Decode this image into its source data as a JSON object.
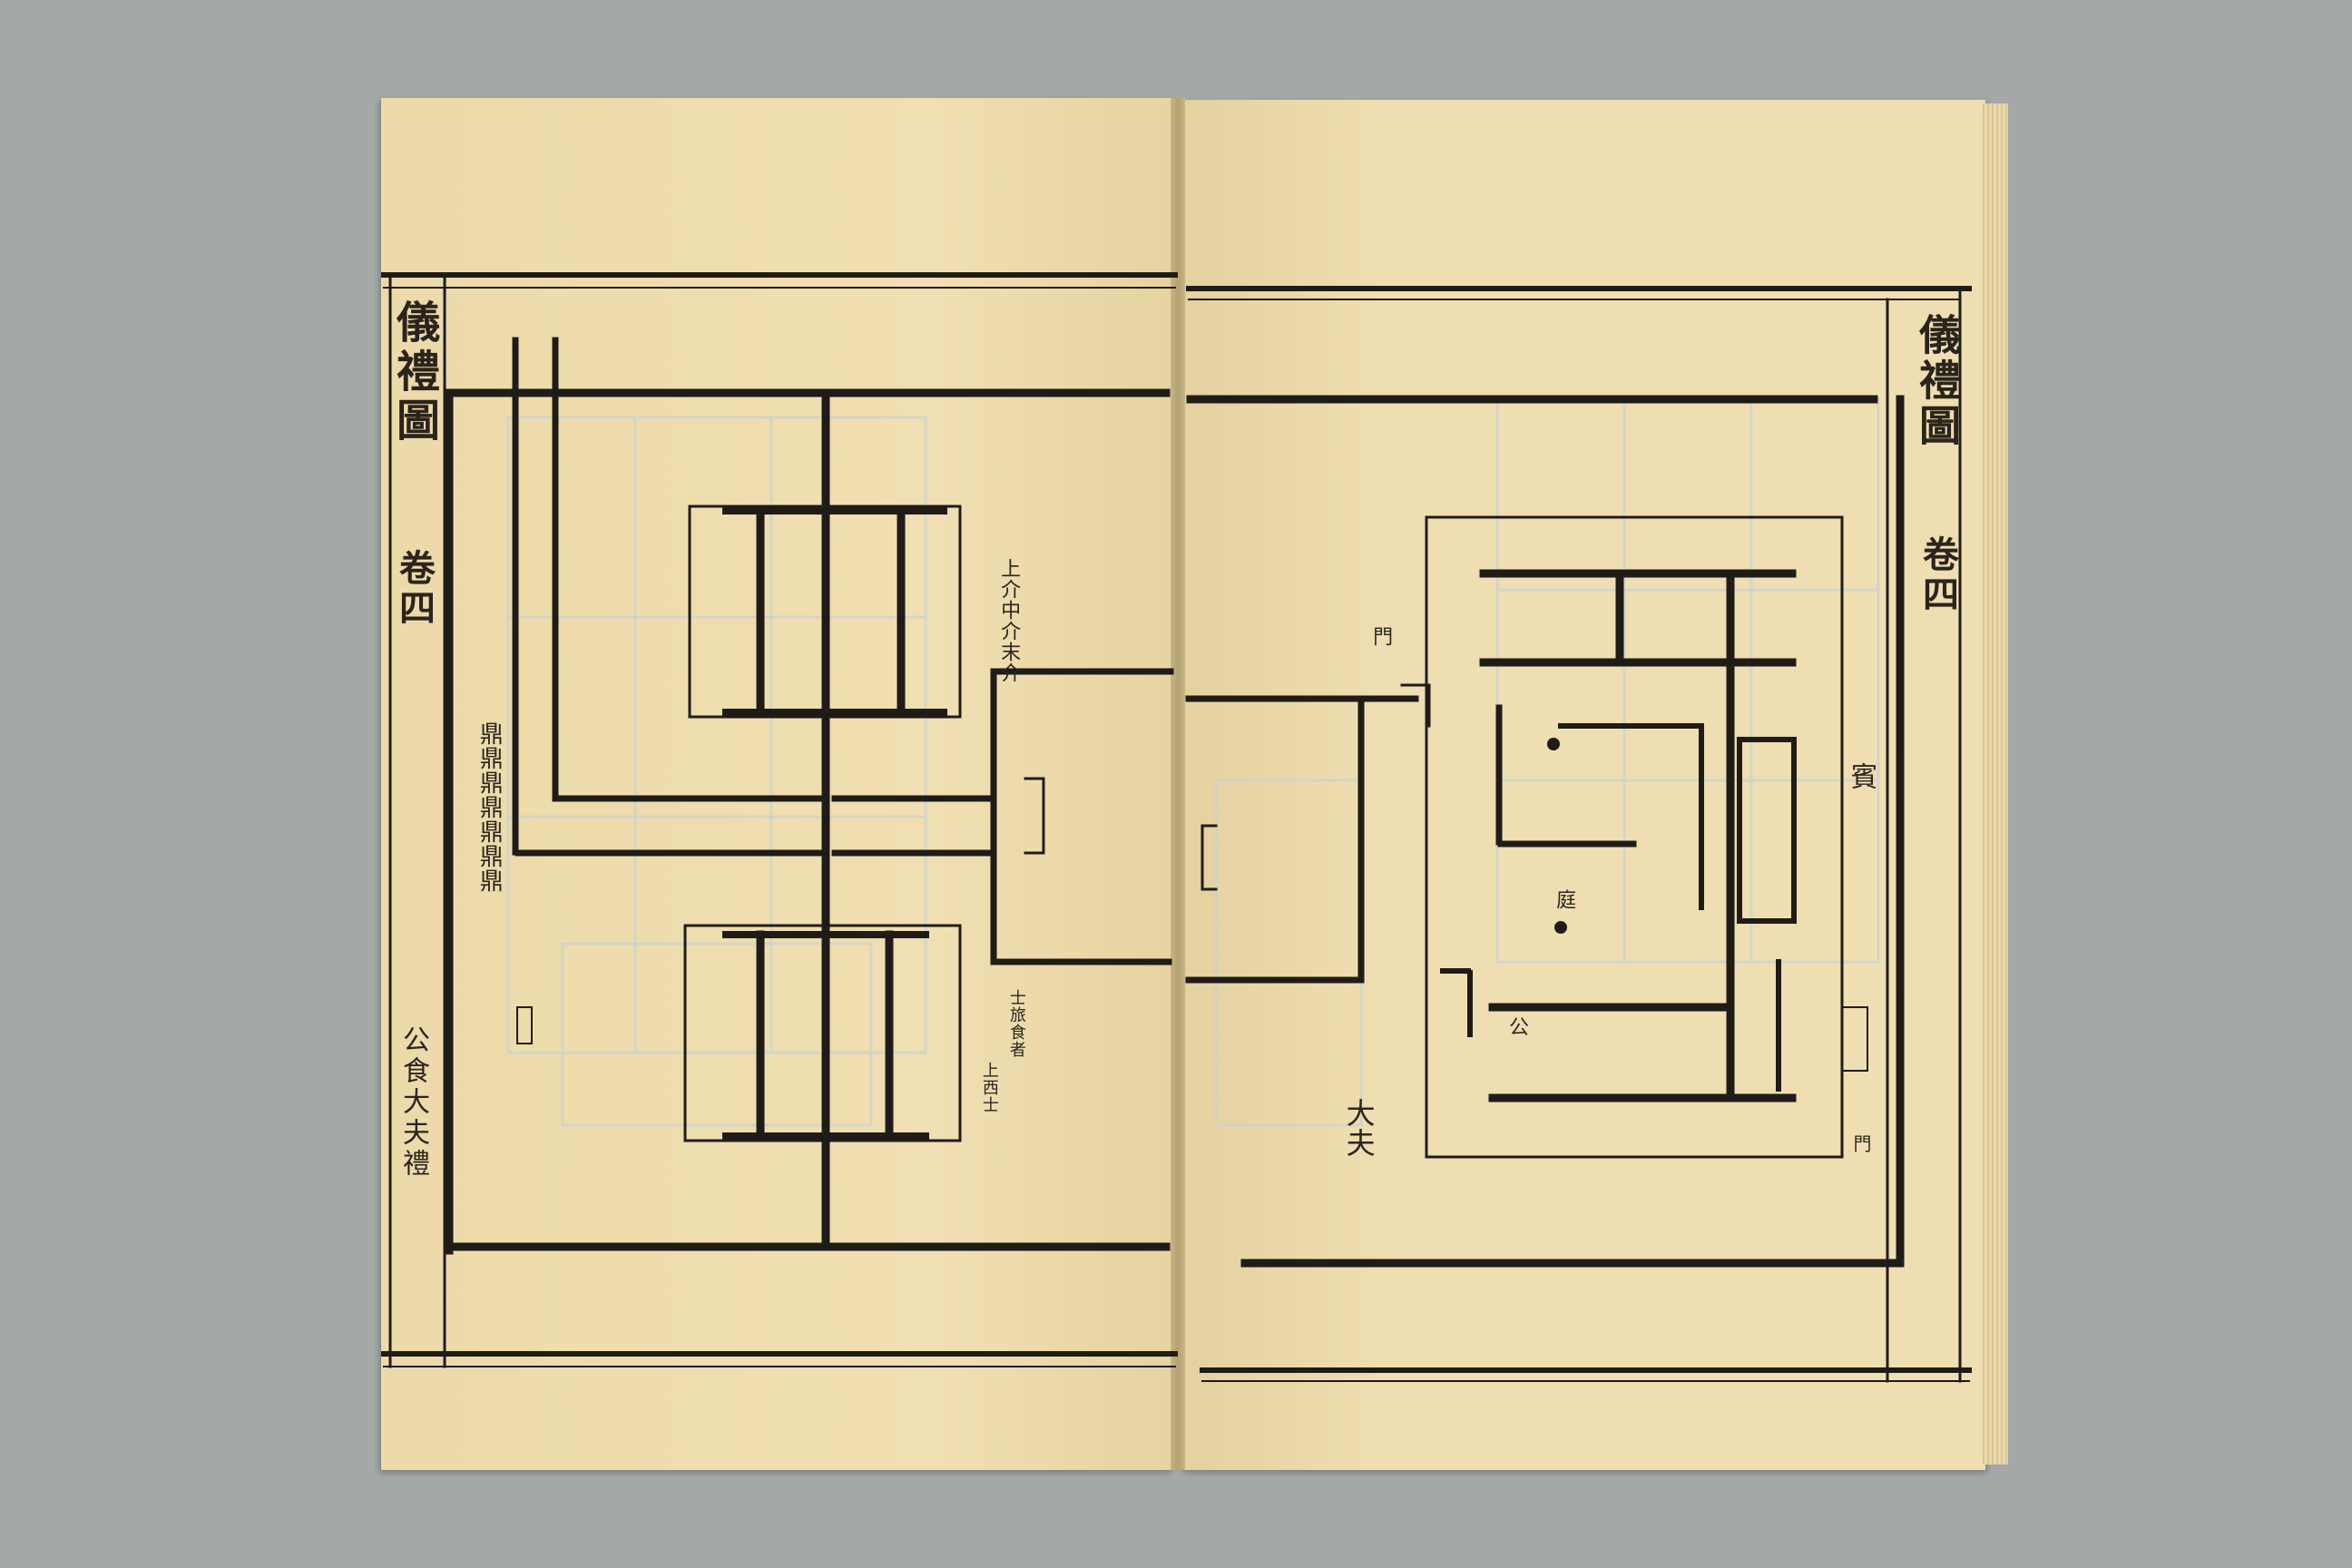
{
  "left_page": {
    "title": "儀禮圖",
    "volume": "卷四",
    "chapter": "公食大夫禮",
    "labels": {
      "tripods": "鼎鼎鼎鼎鼎鼎鼎",
      "attendants": "上介中介末介",
      "guest_west": "上西士",
      "guest_notes": "士旅食者"
    }
  },
  "right_page": {
    "title": "儀禮圖",
    "volume": "卷四",
    "labels": {
      "hall_mid": "門",
      "east_hall": "賓",
      "west_hall": "大夫",
      "courtyard": "庭",
      "official_west": "公",
      "gate": "門"
    }
  }
}
